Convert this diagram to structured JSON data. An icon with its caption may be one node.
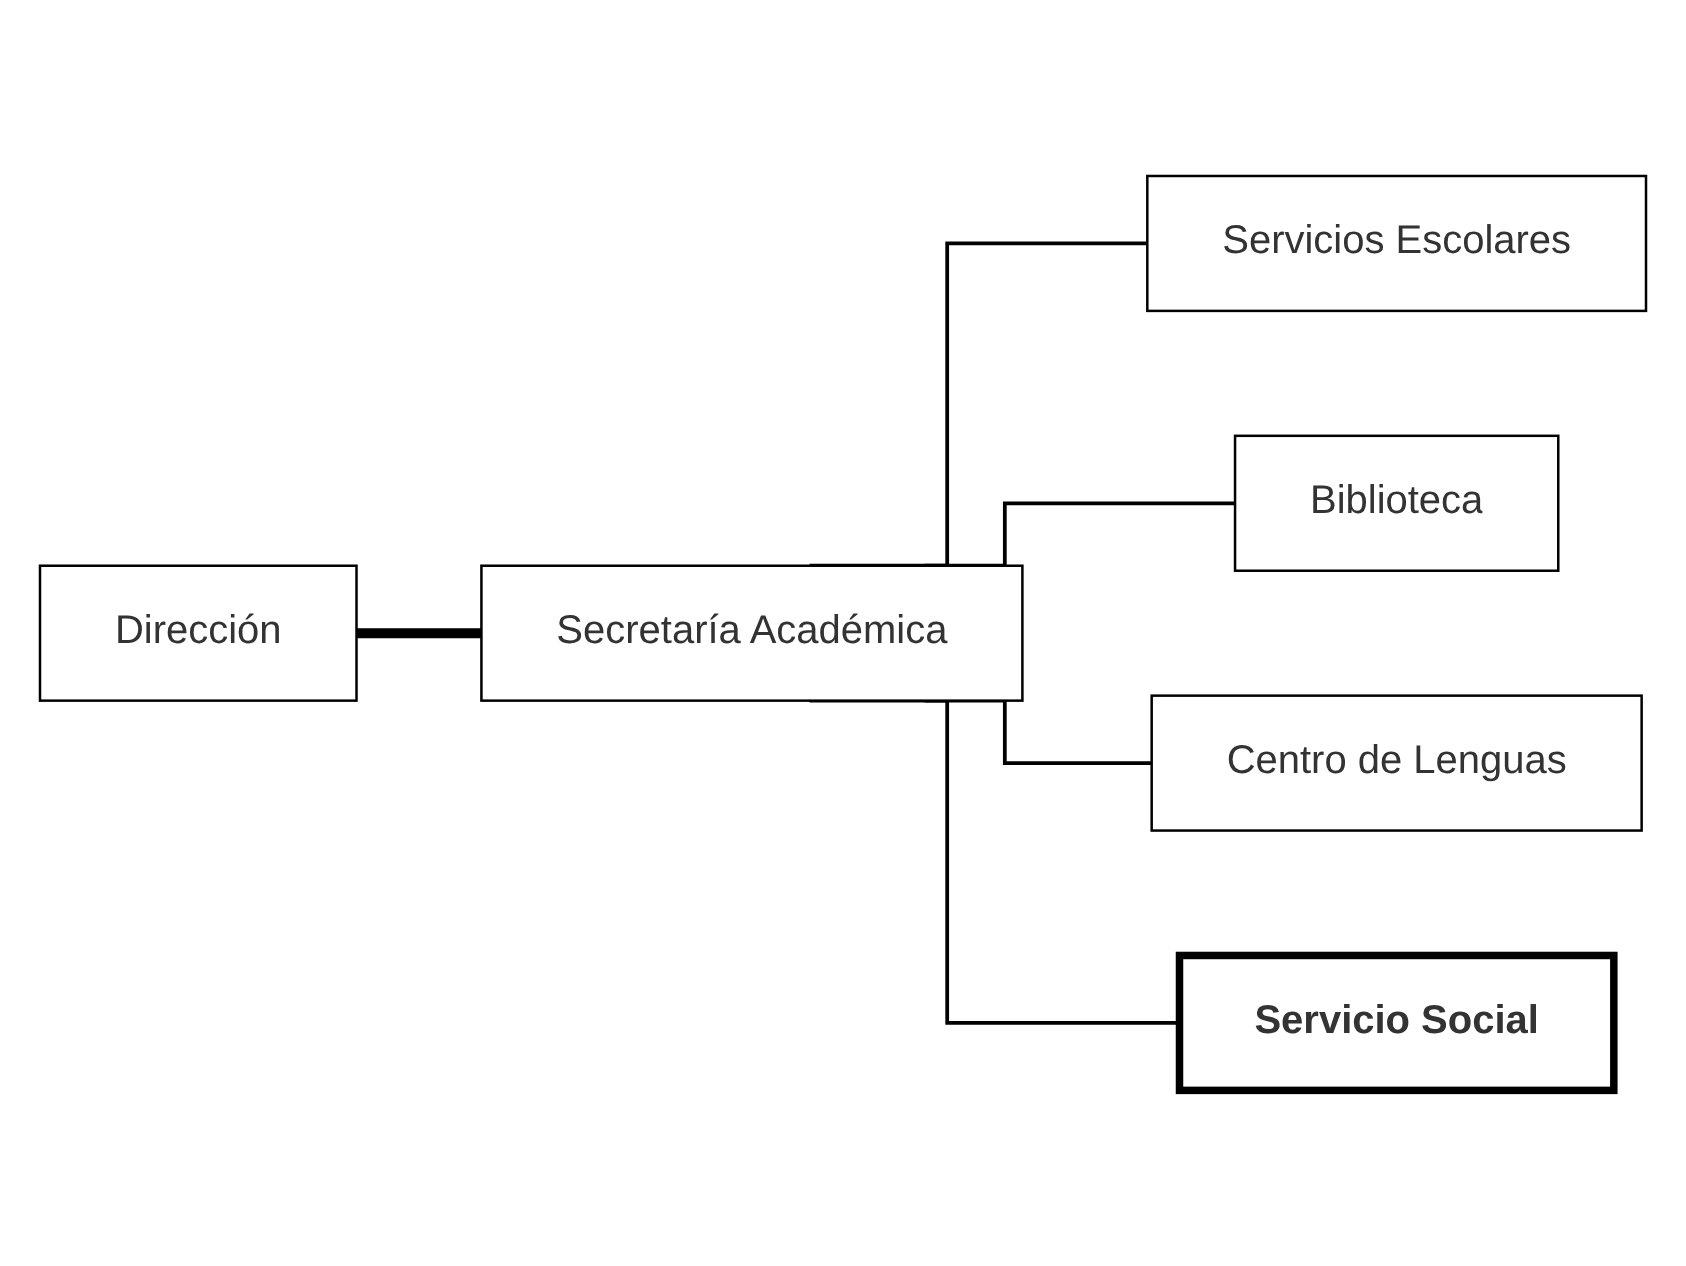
{
  "diagram": {
    "nodes": [
      {
        "text": [
          "Dirección"
        ]
      },
      {
        "text": [
          "Secretaría Académica"
        ]
      },
      {
        "text": [
          "Servicios Escolares"
        ]
      },
      {
        "text": [
          "Biblioteca"
        ]
      },
      {
        "text": [
          "Centro de Lenguas"
        ]
      },
      {
        "text": [
          "Servicio Social"
        ]
      }
    ],
    "edges": [
      {
        "from": 0,
        "to": 1,
        "arrow": "none",
        "style": "thick"
      },
      {
        "from": 1,
        "to": 2,
        "arrow": "none"
      },
      {
        "from": 1,
        "to": 3,
        "arrow": "none"
      },
      {
        "from": 1,
        "to": 4,
        "arrow": "none"
      },
      {
        "from": 1,
        "to": 5,
        "arrow": "none"
      }
    ]
  }
}
